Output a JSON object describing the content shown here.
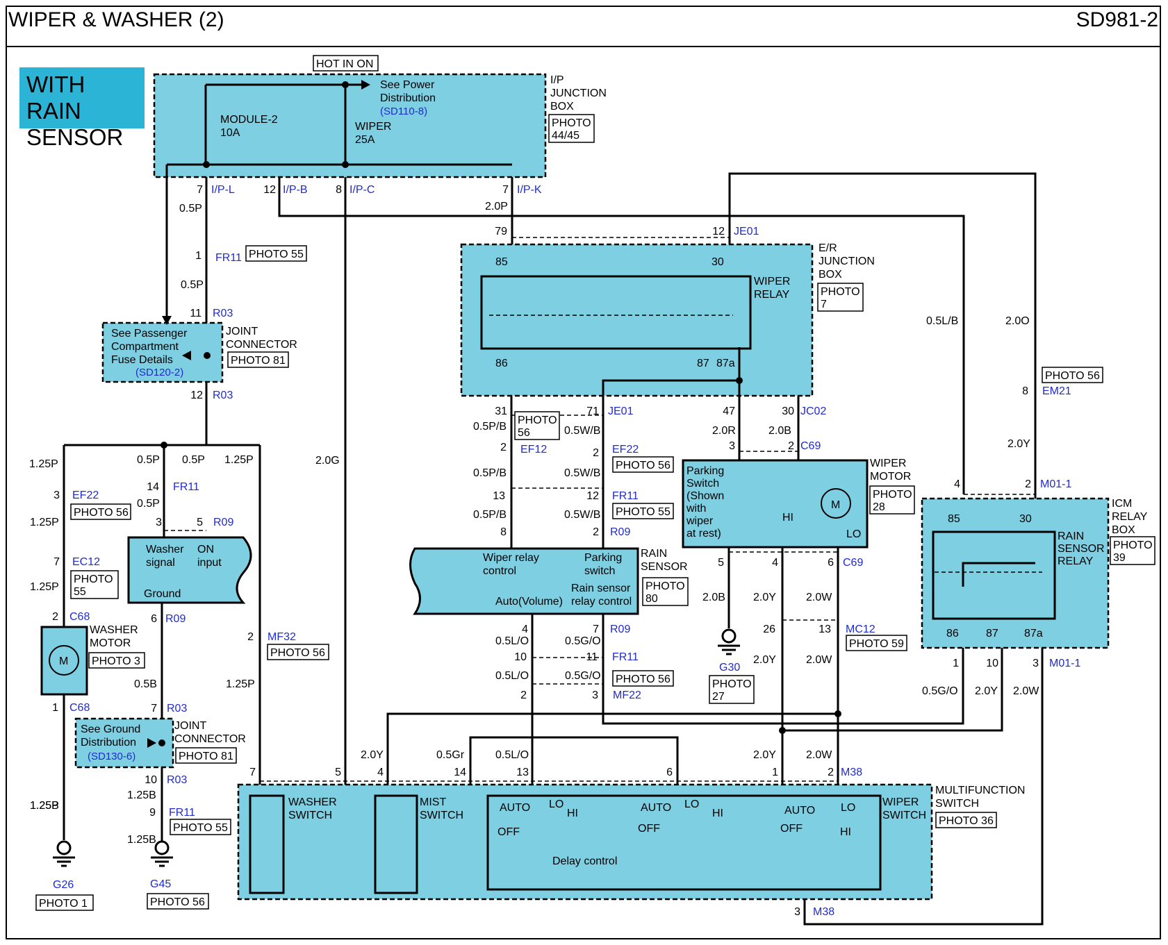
{
  "header": {
    "title": "WIPER & WASHER (2)",
    "code": "SD981-2"
  },
  "variant_label": "WITH RAIN SENSOR",
  "colors": {
    "component_fill": "#7fcfe3",
    "wire": "#000000",
    "connector_text": "#1f2bd0",
    "variant_bg": "#2bb4d6"
  },
  "hot_label": "HOT IN ON",
  "components": {
    "ip_box": {
      "name": [
        "I/P",
        "JUNCTION",
        "BOX"
      ],
      "photo": [
        "PHOTO",
        "44/45"
      ],
      "fuse1": [
        "MODULE-2",
        "10A"
      ],
      "fuse2": [
        "WIPER",
        "25A"
      ],
      "see": [
        "See Power",
        "Distribution"
      ],
      "see_ref": "(SD110-8)"
    },
    "joint1": {
      "name": [
        "JOINT",
        "CONNECTOR"
      ],
      "photo": "PHOTO 81",
      "see": [
        "See Passenger",
        "Compartment",
        "Fuse Details"
      ],
      "see_ref": "(SD120-2)"
    },
    "er_box": {
      "name": [
        "E/R",
        "JUNCTION",
        "BOX"
      ],
      "photo": [
        "PHOTO",
        "7"
      ],
      "relay": [
        "WIPER",
        "RELAY"
      ],
      "pins": [
        "85",
        "30",
        "86",
        "87",
        "87a"
      ]
    },
    "wiper_motor": {
      "name": [
        "WIPER",
        "MOTOR"
      ],
      "photo": [
        "PHOTO",
        "28"
      ],
      "parking": [
        "Parking",
        "Switch",
        "(Shown",
        "with",
        "wiper",
        "at rest)"
      ],
      "hi": "HI",
      "lo": "LO",
      "m": "M"
    },
    "icm_box": {
      "name": [
        "ICM",
        "RELAY",
        "BOX"
      ],
      "photo": [
        "PHOTO",
        "39"
      ],
      "relay": [
        "RAIN",
        "SENSOR",
        "RELAY"
      ],
      "pins": [
        "85",
        "30",
        "86",
        "87",
        "87a"
      ]
    },
    "module": {
      "washer_signal": [
        "Washer",
        "signal"
      ],
      "on_input": [
        "ON",
        "input"
      ],
      "ground": "Ground"
    },
    "rain_sensor": {
      "name": [
        "RAIN",
        "SENSOR"
      ],
      "photo": [
        "PHOTO",
        "80"
      ],
      "wiper_relay": [
        "Wiper relay",
        "control"
      ],
      "parking": [
        "Parking",
        "switch"
      ],
      "rain_relay": [
        "Rain sensor",
        "relay control"
      ],
      "auto": "Auto(Volume)"
    },
    "washer_motor": {
      "name": [
        "WASHER",
        "MOTOR"
      ],
      "photo": "PHOTO 3",
      "m": "M"
    },
    "joint2": {
      "name": [
        "JOINT",
        "CONNECTOR"
      ],
      "photo": "PHOTO 81",
      "see": [
        "See Ground",
        "Distribution"
      ],
      "see_ref": "(SD130-6)"
    },
    "multifunction": {
      "name": [
        "MULTIFUNCTION",
        "SWITCH"
      ],
      "photo": "PHOTO 36",
      "washer": [
        "WASHER",
        "SWITCH"
      ],
      "mist": [
        "MIST",
        "SWITCH"
      ],
      "wiper": [
        "WIPER",
        "SWITCH"
      ],
      "auto": "AUTO",
      "lo": "LO",
      "hi": "HI",
      "off": "OFF",
      "delay": "Delay control"
    },
    "g26": {
      "name": "G26",
      "photo": "PHOTO 1"
    },
    "g45": {
      "name": "G45",
      "photo": "PHOTO 56"
    },
    "g30": {
      "name": "G30",
      "photo": [
        "PHOTO",
        "27"
      ]
    }
  },
  "photo_boxes": {
    "fr11_top": "PHOTO 55",
    "ef22_left": "PHOTO 56",
    "ec12": [
      "PHOTO",
      "55"
    ],
    "mf32": "PHOTO 56",
    "fr11_bottom": "PHOTO 55",
    "je01_31": [
      "PHOTO",
      "56"
    ],
    "ef22_mid": "PHOTO 56",
    "fr11_mid": "PHOTO 55",
    "mf22": "PHOTO 56",
    "mc12": "PHOTO 59",
    "em21": "PHOTO 56"
  },
  "connectors": {
    "ipl": {
      "pin": "7",
      "id": "I/P-L"
    },
    "ipb": {
      "pin": "12",
      "id": "I/P-B"
    },
    "ipc": {
      "pin": "8",
      "id": "I/P-C"
    },
    "ipk": {
      "pin": "7",
      "id": "I/P-K"
    },
    "fr11a": {
      "pin": "1",
      "id": "FR11"
    },
    "r03a": {
      "pin": "11",
      "id": "R03"
    },
    "r03b": {
      "pin": "12",
      "id": "R03"
    },
    "ef22a": {
      "pin": "3",
      "id": "EF22"
    },
    "ec12": {
      "pin": "7",
      "id": "EC12"
    },
    "c68a": {
      "pin": "2",
      "id": "C68"
    },
    "c68b": {
      "pin": "1",
      "id": "C68"
    },
    "fr11b": {
      "pin": "14",
      "id": "FR11"
    },
    "r09a": {
      "p1": "3",
      "p2": "5",
      "id": "R09"
    },
    "r09b": {
      "pin": "6",
      "id": "R09"
    },
    "r03c": {
      "pin": "7",
      "id": "R03"
    },
    "r03d": {
      "pin": "10",
      "id": "R03"
    },
    "fr11c": {
      "pin": "9",
      "id": "FR11"
    },
    "mf32": {
      "pin": "2",
      "id": "MF32"
    },
    "je01a": {
      "pin": "79"
    },
    "je01b": {
      "pin": "12",
      "id": "JE01"
    },
    "je01c": {
      "pin": "31"
    },
    "je01d": {
      "pin": "71",
      "id": "JE01"
    },
    "jc02": {
      "p1": "47",
      "p2": "30",
      "id": "JC02"
    },
    "ef12": {
      "pin": "2",
      "id": "EF12"
    },
    "ef22b": {
      "pin": "2",
      "id": "EF22"
    },
    "fr11d": {
      "p1": "13",
      "p2": "12",
      "id": "FR11"
    },
    "r09c": {
      "p1": "8",
      "p2": "2",
      "id": "R09"
    },
    "c69a": {
      "p1": "3",
      "p2": "2",
      "id": "C69"
    },
    "c69b": {
      "p1": "5",
      "p2": "4",
      "p3": "6",
      "id": "C69"
    },
    "r09d": {
      "p1": "4",
      "p2": "7",
      "id": "R09"
    },
    "fr11e": {
      "p1": "10",
      "p2": "11",
      "id": "FR11"
    },
    "mf22": {
      "p1": "2",
      "p2": "3",
      "id": "MF22"
    },
    "mc12": {
      "p1": "26",
      "p2": "13",
      "id": "MC12"
    },
    "em21": {
      "pin": "8",
      "id": "EM21"
    },
    "m011a": {
      "p1": "4",
      "p2": "2",
      "id": "M01-1"
    },
    "m011b": {
      "p1": "1",
      "p2": "10",
      "p3": "3",
      "id": "M01-1"
    },
    "m38": {
      "pins": [
        "7",
        "5",
        "4",
        "14",
        "13",
        "6",
        "1",
        "2"
      ],
      "id": "M38"
    },
    "m38b": {
      "pin": "3",
      "id": "M38"
    }
  },
  "wire_labels": {
    "w1": "0.5P",
    "w2": "0.5P",
    "w3": "1.25P",
    "w4": "0.5P",
    "w5": "0.5P",
    "w6": "1.25P",
    "w7": "1.25P",
    "w8": "0.5P",
    "w9": "1.25P",
    "w10": "1.25P",
    "w11": "0.5B",
    "w12": "1.25B",
    "w13": "1.25B",
    "w14": "1.25B",
    "w15": "1.25P",
    "w16": "2.0G",
    "w17": "2.0P",
    "w18": "0.5P/B",
    "w19": "0.5W/B",
    "w20": "2.0R",
    "w21": "2.0B",
    "w22": "0.5P/B",
    "w23": "0.5W/B",
    "w24": "0.5P/B",
    "w25": "0.5W/B",
    "w26": "0.5L/O",
    "w27": "0.5G/O",
    "w28": "0.5L/O",
    "w29": "0.5G/O",
    "w30": "2.0B",
    "w31": "2.0Y",
    "w32": "2.0W",
    "w33": "2.0Y",
    "w34": "2.0W",
    "w35": "0.5L/B",
    "w36": "2.0O",
    "w37": "2.0Y",
    "w38": "0.5G/O",
    "w39": "2.0Y",
    "w40": "2.0W",
    "w41": "2.0Y",
    "w42": "0.5Gr",
    "w43": "0.5L/O",
    "w44": "2.0Y",
    "w45": "2.0W"
  }
}
